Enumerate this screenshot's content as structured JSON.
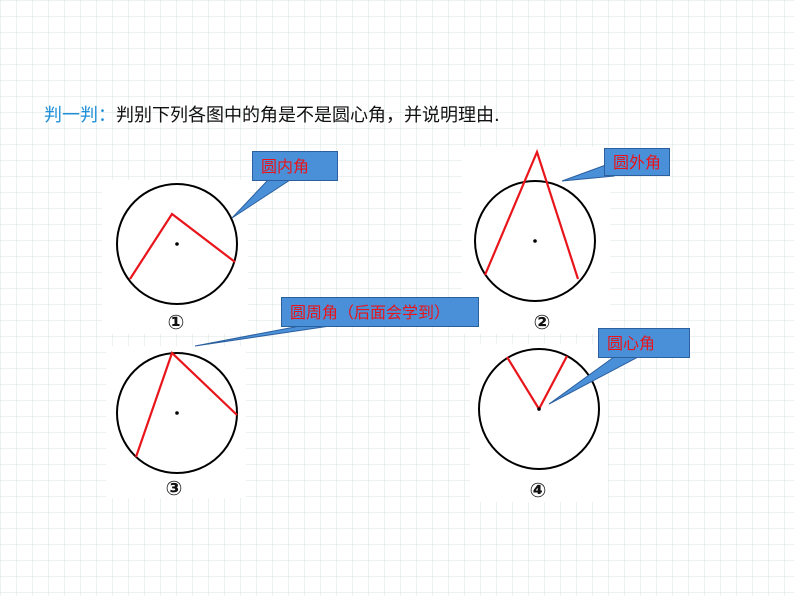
{
  "heading": {
    "lead": "判一判：",
    "text": "判别下列各图中的角是不是圆心角，并说明理由."
  },
  "figures": [
    {
      "label": "①",
      "callout": "圆内角"
    },
    {
      "label": "②",
      "callout": "圆外角"
    },
    {
      "label": "③",
      "callout": "圆周角（后面会学到）"
    },
    {
      "label": "④",
      "callout": "圆心角"
    }
  ],
  "colors": {
    "heading_lead": "#1f8fd8",
    "callout_fill": "#4a90d9",
    "callout_text": "#e8151b",
    "angle_line": "#e8151b"
  }
}
